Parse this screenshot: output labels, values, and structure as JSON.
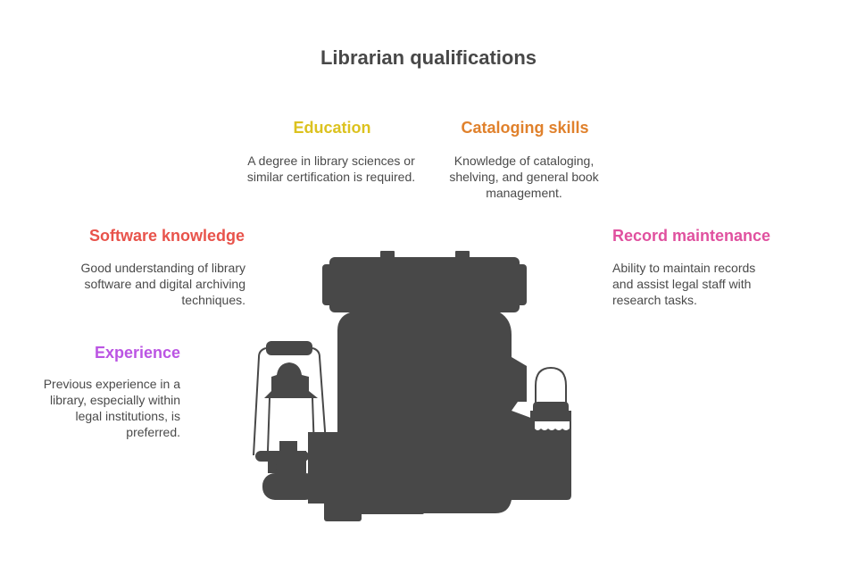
{
  "title": "Librarian qualifications",
  "items": [
    {
      "heading": "Education",
      "text": "A degree in library sciences or similar certification is required.",
      "color": "#dcc21f"
    },
    {
      "heading": "Cataloging skills",
      "text": "Knowledge of cataloging, shelving, and general book management.",
      "color": "#e0812c"
    },
    {
      "heading": "Software knowledge",
      "text": "Good understanding of library software and digital archiving techniques.",
      "color": "#e8534b"
    },
    {
      "heading": "Record maintenance",
      "text": "Ability to maintain records and assist legal staff with research tasks.",
      "color": "#e0519f"
    },
    {
      "heading": "Experience",
      "text": "Previous experience in a library, especially within legal institutions, is preferred.",
      "color": "#bb55e3"
    }
  ]
}
